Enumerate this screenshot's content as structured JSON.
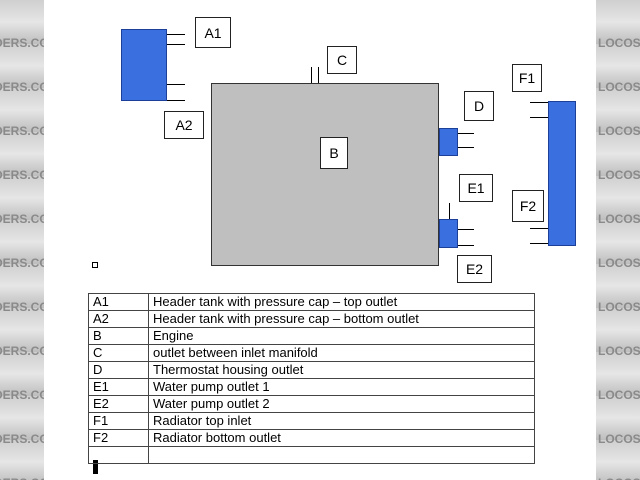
{
  "watermark_left": "DERS.CO.UK",
  "watermark_right": "LOCOSTERS",
  "labels": {
    "A1": "A1",
    "A2": "A2",
    "B": "B",
    "C": "C",
    "D": "D",
    "E1": "E1",
    "E2": "E2",
    "F1": "F1",
    "F2": "F2"
  },
  "legend": [
    {
      "code": "A1",
      "desc": "Header tank with pressure cap – top outlet"
    },
    {
      "code": "A2",
      "desc": "Header tank with pressure cap – bottom outlet"
    },
    {
      "code": "B",
      "desc": "Engine"
    },
    {
      "code": "C",
      "desc": "outlet between inlet manifold"
    },
    {
      "code": "D",
      "desc": "Thermostat housing outlet"
    },
    {
      "code": "E1",
      "desc": "Water pump outlet 1"
    },
    {
      "code": "E2",
      "desc": "Water pump outlet 2"
    },
    {
      "code": "F1",
      "desc": "Radiator top inlet"
    },
    {
      "code": "F2",
      "desc": "Radiator bottom outlet"
    },
    {
      "code": "",
      "desc": ""
    }
  ],
  "colors": {
    "component_blue": "#3a6fe0",
    "engine_grey": "#bfbfbf"
  }
}
